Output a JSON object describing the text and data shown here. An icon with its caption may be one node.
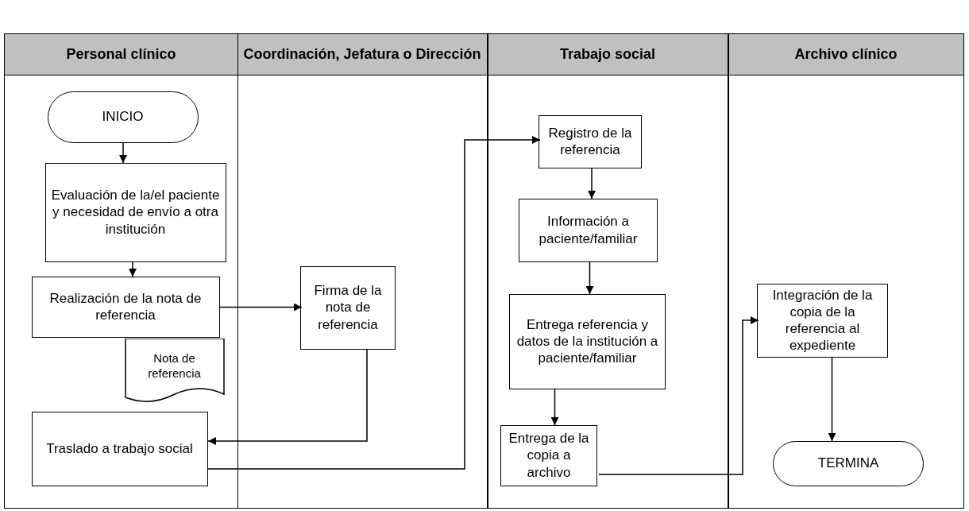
{
  "diagram": {
    "nodes": [
      {
        "text": [
          "Personal clínico"
        ]
      },
      {
        "text": [
          "INICIO"
        ],
        "in": 0
      },
      {
        "text": [
          "Evaluación de la/el paciente y necesidad de envío a otra institución"
        ],
        "in": 0
      },
      {
        "text": [
          "Realización de la nota de referencia"
        ],
        "in": 0
      },
      {
        "text": [
          "Nota de referencia"
        ],
        "in": 0
      },
      {
        "text": [
          "Traslado a trabajo social"
        ],
        "in": 0
      },
      {
        "text": [
          "Coordinación, Jefatura o Dirección"
        ]
      },
      {
        "text": [
          "Firma de la nota de referencia"
        ],
        "in": 6
      },
      {
        "text": [
          "Trabajo social"
        ]
      },
      {
        "text": [
          "Registro de la referencia"
        ],
        "in": 8
      },
      {
        "text": [
          "Información a paciente/familiar"
        ],
        "in": 8
      },
      {
        "text": [
          "Entrega referencia y datos de la institución a paciente/familiar"
        ],
        "in": 8
      },
      {
        "text": [
          "Entrega de la copia a archivo"
        ],
        "in": 8
      },
      {
        "text": [
          "Archivo clínico"
        ]
      },
      {
        "text": [
          "Integración de la copia de la referencia al expediente"
        ],
        "in": 13
      },
      {
        "text": [
          "TERMINA"
        ],
        "in": 13
      }
    ],
    "edges": [
      {
        "from": 1,
        "to": 2,
        "arrow": "to"
      },
      {
        "from": 2,
        "to": 3,
        "arrow": "to"
      },
      {
        "from": 3,
        "to": 7,
        "arrow": "to"
      },
      {
        "from": 7,
        "to": 5,
        "arrow": "to"
      },
      {
        "from": 5,
        "to": 9,
        "arrow": "to"
      },
      {
        "from": 9,
        "to": 10,
        "arrow": "to"
      },
      {
        "from": 10,
        "to": 11,
        "arrow": "to"
      },
      {
        "from": 11,
        "to": 12,
        "arrow": "to"
      },
      {
        "from": 12,
        "to": 14,
        "arrow": "to"
      },
      {
        "from": 14,
        "to": 15,
        "arrow": "to"
      }
    ]
  }
}
